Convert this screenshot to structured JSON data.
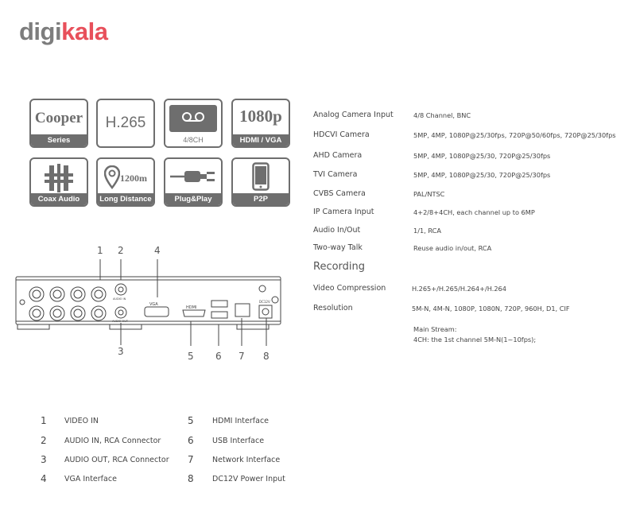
{
  "brand": {
    "logo_part1": "digi",
    "logo_part2": "kala"
  },
  "badges": [
    {
      "big": "Cooper",
      "caption": "Series",
      "icon": "text"
    },
    {
      "big": "H.265",
      "caption": "",
      "icon": "text"
    },
    {
      "big": "",
      "caption": "4/8CH",
      "icon": "cassette-icon"
    },
    {
      "big": "1080p",
      "caption": "HDMI / VGA",
      "icon": "text"
    },
    {
      "big": "",
      "caption": "Coax Audio",
      "icon": "coax-audio-icon"
    },
    {
      "big": "1200m",
      "caption": "Long Distance",
      "icon": "location-pin-icon"
    },
    {
      "big": "",
      "caption": "Plug&Play",
      "icon": "plug-icon"
    },
    {
      "big": "",
      "caption": "P2P",
      "icon": "smartphone-icon"
    }
  ],
  "specs": [
    {
      "key": "Analog Camera Input",
      "value": "4/8 Channel, BNC"
    },
    {
      "key": "HDCVI Camera",
      "value": "5MP, 4MP, 1080P@25/30fps, 720P@50/60fps, 720P@25/30fps"
    },
    {
      "key": "AHD Camera",
      "value": "5MP, 4MP, 1080P@25/30, 720P@25/30fps"
    },
    {
      "key": "TVI Camera",
      "value": "5MP, 4MP, 1080P@25/30, 720P@25/30fps"
    },
    {
      "key": "CVBS Camera",
      "value": "PAL/NTSC"
    },
    {
      "key": "IP Camera Input",
      "value": "4+2/8+4CH, each channel up to 6MP"
    },
    {
      "key": "Audio In/Out",
      "value": "1/1, RCA"
    },
    {
      "key": "Two-way Talk",
      "value": "Reuse audio in/out, RCA"
    }
  ],
  "recording": {
    "title": "Recording",
    "rows": [
      {
        "key": "Video Compression",
        "value": "H.265+/H.265/H.264+/H.264"
      },
      {
        "key": "Resolution",
        "value": "5M-N, 4M-N, 1080P,  1080N, 720P, 960H, D1, CIF"
      }
    ],
    "main_stream_label": "Main Stream:",
    "main_stream_value": "4CH: the 1st channel 5M-N(1~10fps);"
  },
  "device": {
    "callouts": [
      "1",
      "2",
      "3",
      "4",
      "5",
      "6",
      "7",
      "8"
    ],
    "port_labels": {
      "vga": "VGA",
      "hdmi": "HDMI",
      "audio_in": "AUDIO IN",
      "audio_out": "AUDIO OUT",
      "power": "DC12V"
    }
  },
  "legend": [
    {
      "num": "1",
      "text": "VIDEO IN"
    },
    {
      "num": "2",
      "text": "AUDIO IN, RCA Connector"
    },
    {
      "num": "3",
      "text": "AUDIO OUT, RCA Connector"
    },
    {
      "num": "4",
      "text": "VGA Interface"
    },
    {
      "num": "5",
      "text": "HDMI Interface"
    },
    {
      "num": "6",
      "text": "USB Interface"
    },
    {
      "num": "7",
      "text": "Network Interface"
    },
    {
      "num": "8",
      "text": "DC12V Power Input"
    }
  ],
  "colors": {
    "brand_red": "#e8505b",
    "badge_grey": "#6e6e6e"
  }
}
